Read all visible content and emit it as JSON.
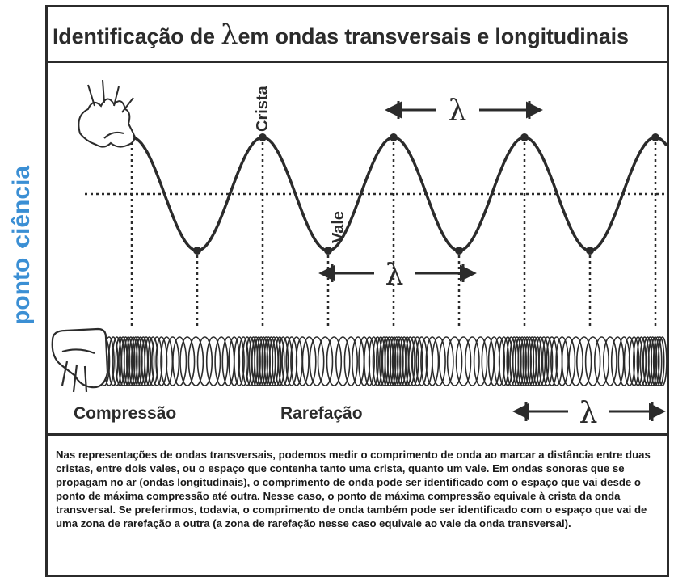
{
  "brand": {
    "name_part1": "ponto",
    "name_part2": "ciência",
    "color": "#3b8fd4"
  },
  "title": {
    "prefix": "Identificação de ",
    "symbol": "λ",
    "suffix": "em ondas transversais e longitudinais"
  },
  "labels": {
    "crista": "Crista",
    "vale": "Vale",
    "lambda": "λ",
    "compressao": "Compressão",
    "rarefacao": "Rarefação"
  },
  "description": "Nas representações de ondas transversais, podemos medir o comprimento de onda ao marcar a distância entre duas cristas, entre dois vales, ou o espaço que contenha tanto uma crista, quanto um vale. Em ondas sonoras que se propagam no ar (ondas longitudinais), o comprimento de onda pode ser identificado com o espaço que vai desde o ponto de máxima compressão até outra. Nesse caso, o ponto de máxima compressão equivale à crista da onda transversal. Se preferirmos, todavia, o comprimento de onda também pode ser identificado com o espaço que vai de uma zona de rarefação a outra (a zona de rarefação nesse caso equivale ao vale da onda transversal).",
  "colors": {
    "ink": "#2b2b2b",
    "accent": "#3b8fd4"
  }
}
